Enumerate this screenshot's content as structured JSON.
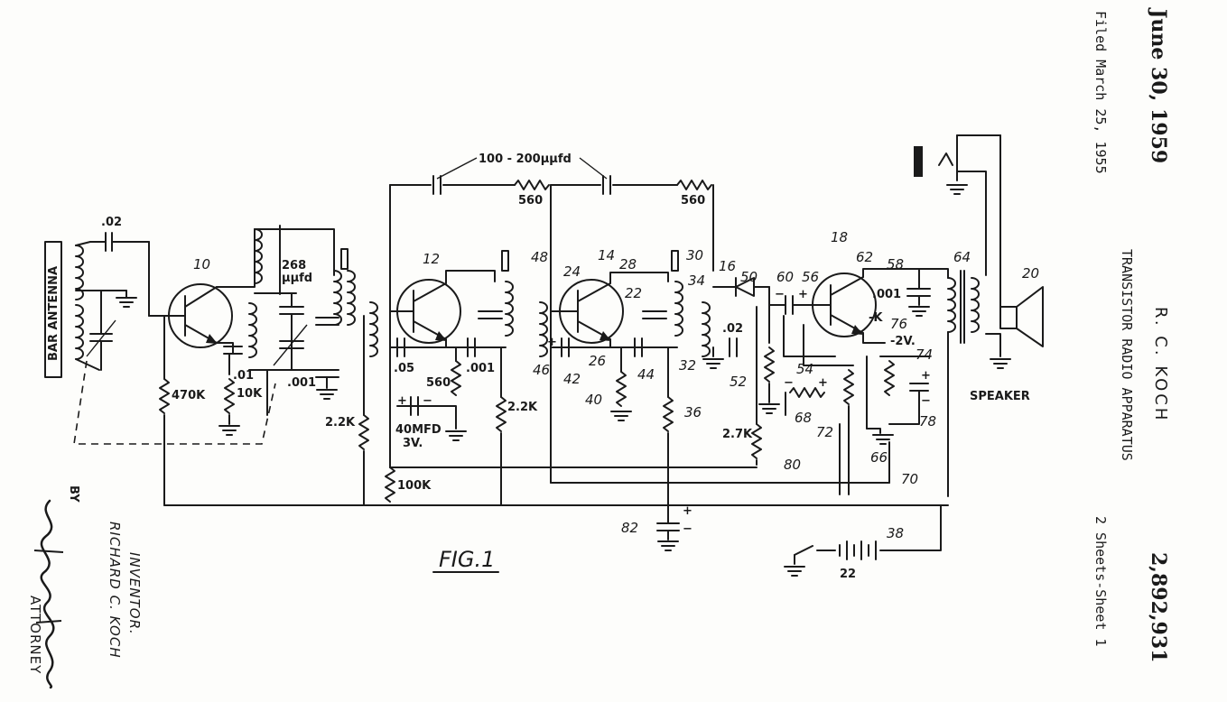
{
  "header": {
    "date": "June 30, 1959",
    "filed": "Filed March 25, 1955",
    "inventor_short": "R. C. KOCH",
    "title": "TRANSISTOR RADIO APPARATUS",
    "sheets": "2 Sheets-Sheet 1",
    "patent_number": "2,892,931"
  },
  "inventor_block": {
    "role": "INVENTOR.",
    "name": "RICHARD C. KOCH",
    "attorney": "ATTORNEY"
  },
  "figure": {
    "label": "FIG.1",
    "labels": {
      "bar_antenna": "BAR ANTENNA",
      "by": "BY",
      "speaker": "SPEAKER",
      "top_cap": "100 - 200µµfd",
      "c02a": ".02",
      "c02b": ".02",
      "r470k": "470K",
      "c01": ".01",
      "r10k": "10K",
      "c268": "268",
      "c268unit": "µµfd",
      "c001a": ".001",
      "c001b": ".001",
      "c001c": ".001",
      "r22k_a": "2.2K",
      "r22k_b": "2.2K",
      "c05": ".05",
      "r560": "560",
      "r560_top_a": "560",
      "r560_top_b": "560",
      "c40mfd": "40MFD",
      "v3": "3V.",
      "r100k": "100K",
      "r27k": "2.7K",
      "v2": "-2V.",
      "v22": "22",
      "k": "-K",
      "plus": "+",
      "minus": "−"
    },
    "refs": {
      "r10": "10",
      "r12": "12",
      "r14": "14",
      "r16": "16",
      "r18": "18",
      "r20": "20",
      "r22": "22",
      "r24": "24",
      "r26": "26",
      "r28": "28",
      "r30": "30",
      "r32": "32",
      "r34": "34",
      "r36": "36",
      "r38": "38",
      "r40": "40",
      "r42": "42",
      "r44": "44",
      "r46": "46",
      "r48": "48",
      "r50": "50",
      "r52": "52",
      "r54": "54",
      "r56": "56",
      "r58": "58",
      "r60": "60",
      "r62": "62",
      "r64": "64",
      "r66": "66",
      "r68": "68",
      "r70": "70",
      "r72": "72",
      "r74": "74",
      "r76": "76",
      "r78": "78",
      "r80": "80",
      "r82": "82"
    }
  }
}
